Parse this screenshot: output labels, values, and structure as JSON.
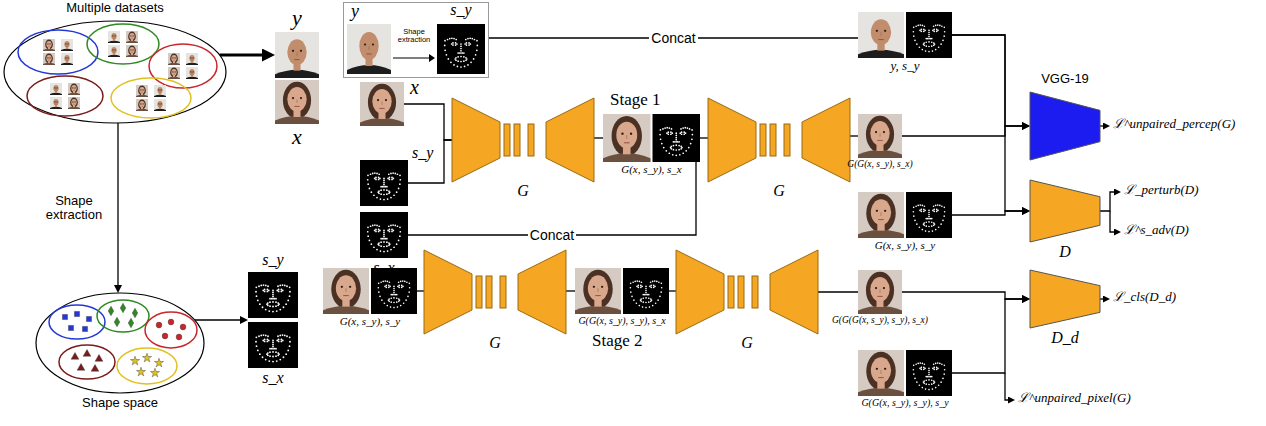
{
  "diagram": {
    "nodes": [
      {
        "text": [
          "Multiple datasets"
        ]
      },
      {
        "text": [
          "Shape space"
        ]
      },
      {
        "text": [
          "y"
        ]
      },
      {
        "text": [
          "x"
        ]
      },
      {
        "text": [
          "y",
          "Shape extraction",
          "s_y"
        ]
      },
      {
        "text": [
          "x"
        ]
      },
      {
        "text": [
          "s_y"
        ]
      },
      {
        "text": [
          "s_x"
        ]
      },
      {
        "text": [
          "G"
        ]
      },
      {
        "text": [
          "G(x, s_y), s_x"
        ]
      },
      {
        "text": [
          "G"
        ]
      },
      {
        "text": [
          "G(G(x, s_y), s_x)"
        ]
      },
      {
        "text": [
          "y, s_y"
        ]
      },
      {
        "text": [
          "G(x, s_y), s_y"
        ]
      },
      {
        "text": [
          "VGG-19"
        ]
      },
      {
        "text": [
          "D"
        ]
      },
      {
        "text": [
          "D_d"
        ]
      },
      {
        "text": [
          "s_y",
          "s_x"
        ]
      },
      {
        "text": [
          "G(x, s_y), s_y"
        ]
      },
      {
        "text": [
          "G"
        ]
      },
      {
        "text": [
          "G(G(x, s_y), s_y), s_x"
        ]
      },
      {
        "text": [
          "G"
        ]
      },
      {
        "text": [
          "G(G(G(x, s_y), s_y), s_x)"
        ]
      },
      {
        "text": [
          "G(G(x, s_y), s_y), s_y"
        ]
      }
    ],
    "edges": [
      {
        "from": 0,
        "to": 2,
        "arrow": "to"
      },
      {
        "from": 0,
        "to": 1,
        "label": "Shape extraction",
        "arrow": "to"
      },
      {
        "from": 1,
        "to": 17,
        "arrow": "to"
      },
      {
        "from": 4,
        "to": 12,
        "label": "Concat",
        "arrow": "none"
      },
      {
        "from": 5,
        "to": 8,
        "arrow": "none"
      },
      {
        "from": 6,
        "to": 8,
        "arrow": "none"
      },
      {
        "from": 7,
        "to": 9,
        "label": "Concat",
        "arrow": "none"
      },
      {
        "from": 8,
        "to": 9,
        "arrow": "none"
      },
      {
        "from": 9,
        "to": 10,
        "arrow": "none"
      },
      {
        "from": 10,
        "to": 11,
        "arrow": "none"
      },
      {
        "from": 18,
        "to": 19,
        "arrow": "none"
      },
      {
        "from": 19,
        "to": 20,
        "arrow": "none"
      },
      {
        "from": 20,
        "to": 21,
        "arrow": "none"
      },
      {
        "from": 21,
        "to": 22,
        "arrow": "none"
      },
      {
        "from": 12,
        "to": 14,
        "arrow": "to"
      },
      {
        "from": 11,
        "to": 14,
        "arrow": "to"
      },
      {
        "from": 12,
        "to": 15,
        "arrow": "to"
      },
      {
        "from": 13,
        "to": 15,
        "arrow": "to"
      },
      {
        "from": 22,
        "to": 16,
        "arrow": "to"
      },
      {
        "from": 23,
        "to": 16,
        "arrow": "to"
      }
    ],
    "labels": [
      "Stage 1",
      "Stage 2",
      "ℒ^unpaired_percep(G)",
      "ℒ_perturb(D)",
      "ℒ^s_adv(D)",
      "ℒ_cls(D_d)",
      "ℒ^unpaired_pixel(G)"
    ]
  }
}
